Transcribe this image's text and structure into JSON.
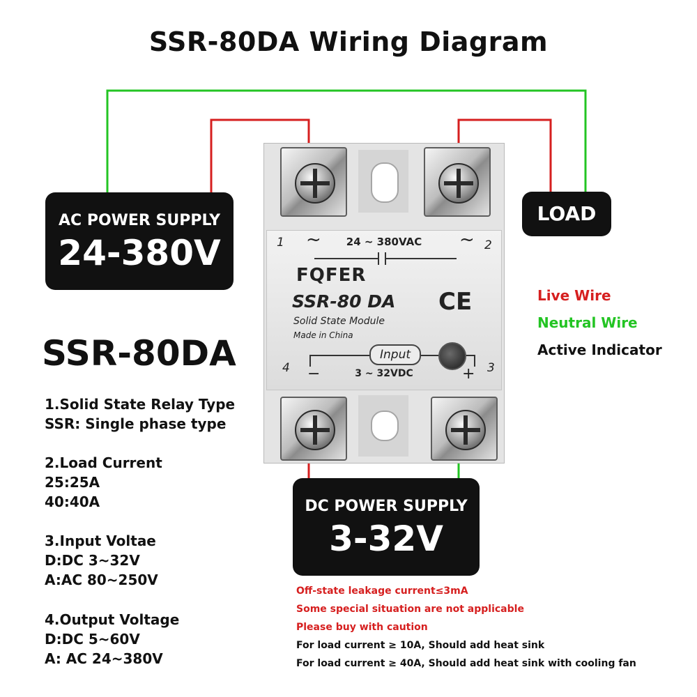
{
  "title": "SSR-80DA Wiring Diagram",
  "ac_supply": {
    "label": "AC POWER SUPPLY",
    "voltage": "24-380V"
  },
  "load": {
    "label": "LOAD"
  },
  "dc_supply": {
    "label": "DC POWER SUPPLY",
    "voltage": "3-32V"
  },
  "module": {
    "brand": "FQFER",
    "model": "SSR-80 DA",
    "subtitle": "Solid State Module",
    "origin": "Made in China",
    "ce_mark": "CE",
    "ac_rating": "24 ~ 380VAC",
    "dc_rating": "3 ~ 32VDC",
    "input_label": "Input",
    "pins": {
      "p1": "1",
      "p2": "2",
      "p3": "3",
      "p4": "4",
      "tilde1": "~",
      "tilde2": "~",
      "minus": "−",
      "plus": "+"
    }
  },
  "legend": {
    "live": "Live Wire",
    "neutral": "Neutral Wire",
    "indicator": "Active Indicator"
  },
  "model_heading": "SSR-80DA",
  "specs": [
    {
      "heading": "1.Solid State Relay Type",
      "lines": [
        "SSR: Single phase type"
      ]
    },
    {
      "heading": "2.Load Current",
      "lines": [
        "25:25A",
        "40:40A"
      ]
    },
    {
      "heading": "3.Input Voltae",
      "lines": [
        "D:DC 3~32V",
        "A:AC 80~250V"
      ]
    },
    {
      "heading": "4.Output Voltage",
      "lines": [
        "D:DC 5~60V",
        "A: AC 24~380V"
      ]
    }
  ],
  "notes": {
    "warning": [
      "Off-state leakage current≤3mA",
      "Some special situation are not applicable",
      "Please buy with caution"
    ],
    "info": [
      "For load current ≥ 10A, Should add heat sink",
      "For load current ≥ 40A, Should add heat sink with cooling fan"
    ]
  },
  "colors": {
    "live": "#d61f1f",
    "neutral": "#23c423",
    "box": "#111111"
  }
}
